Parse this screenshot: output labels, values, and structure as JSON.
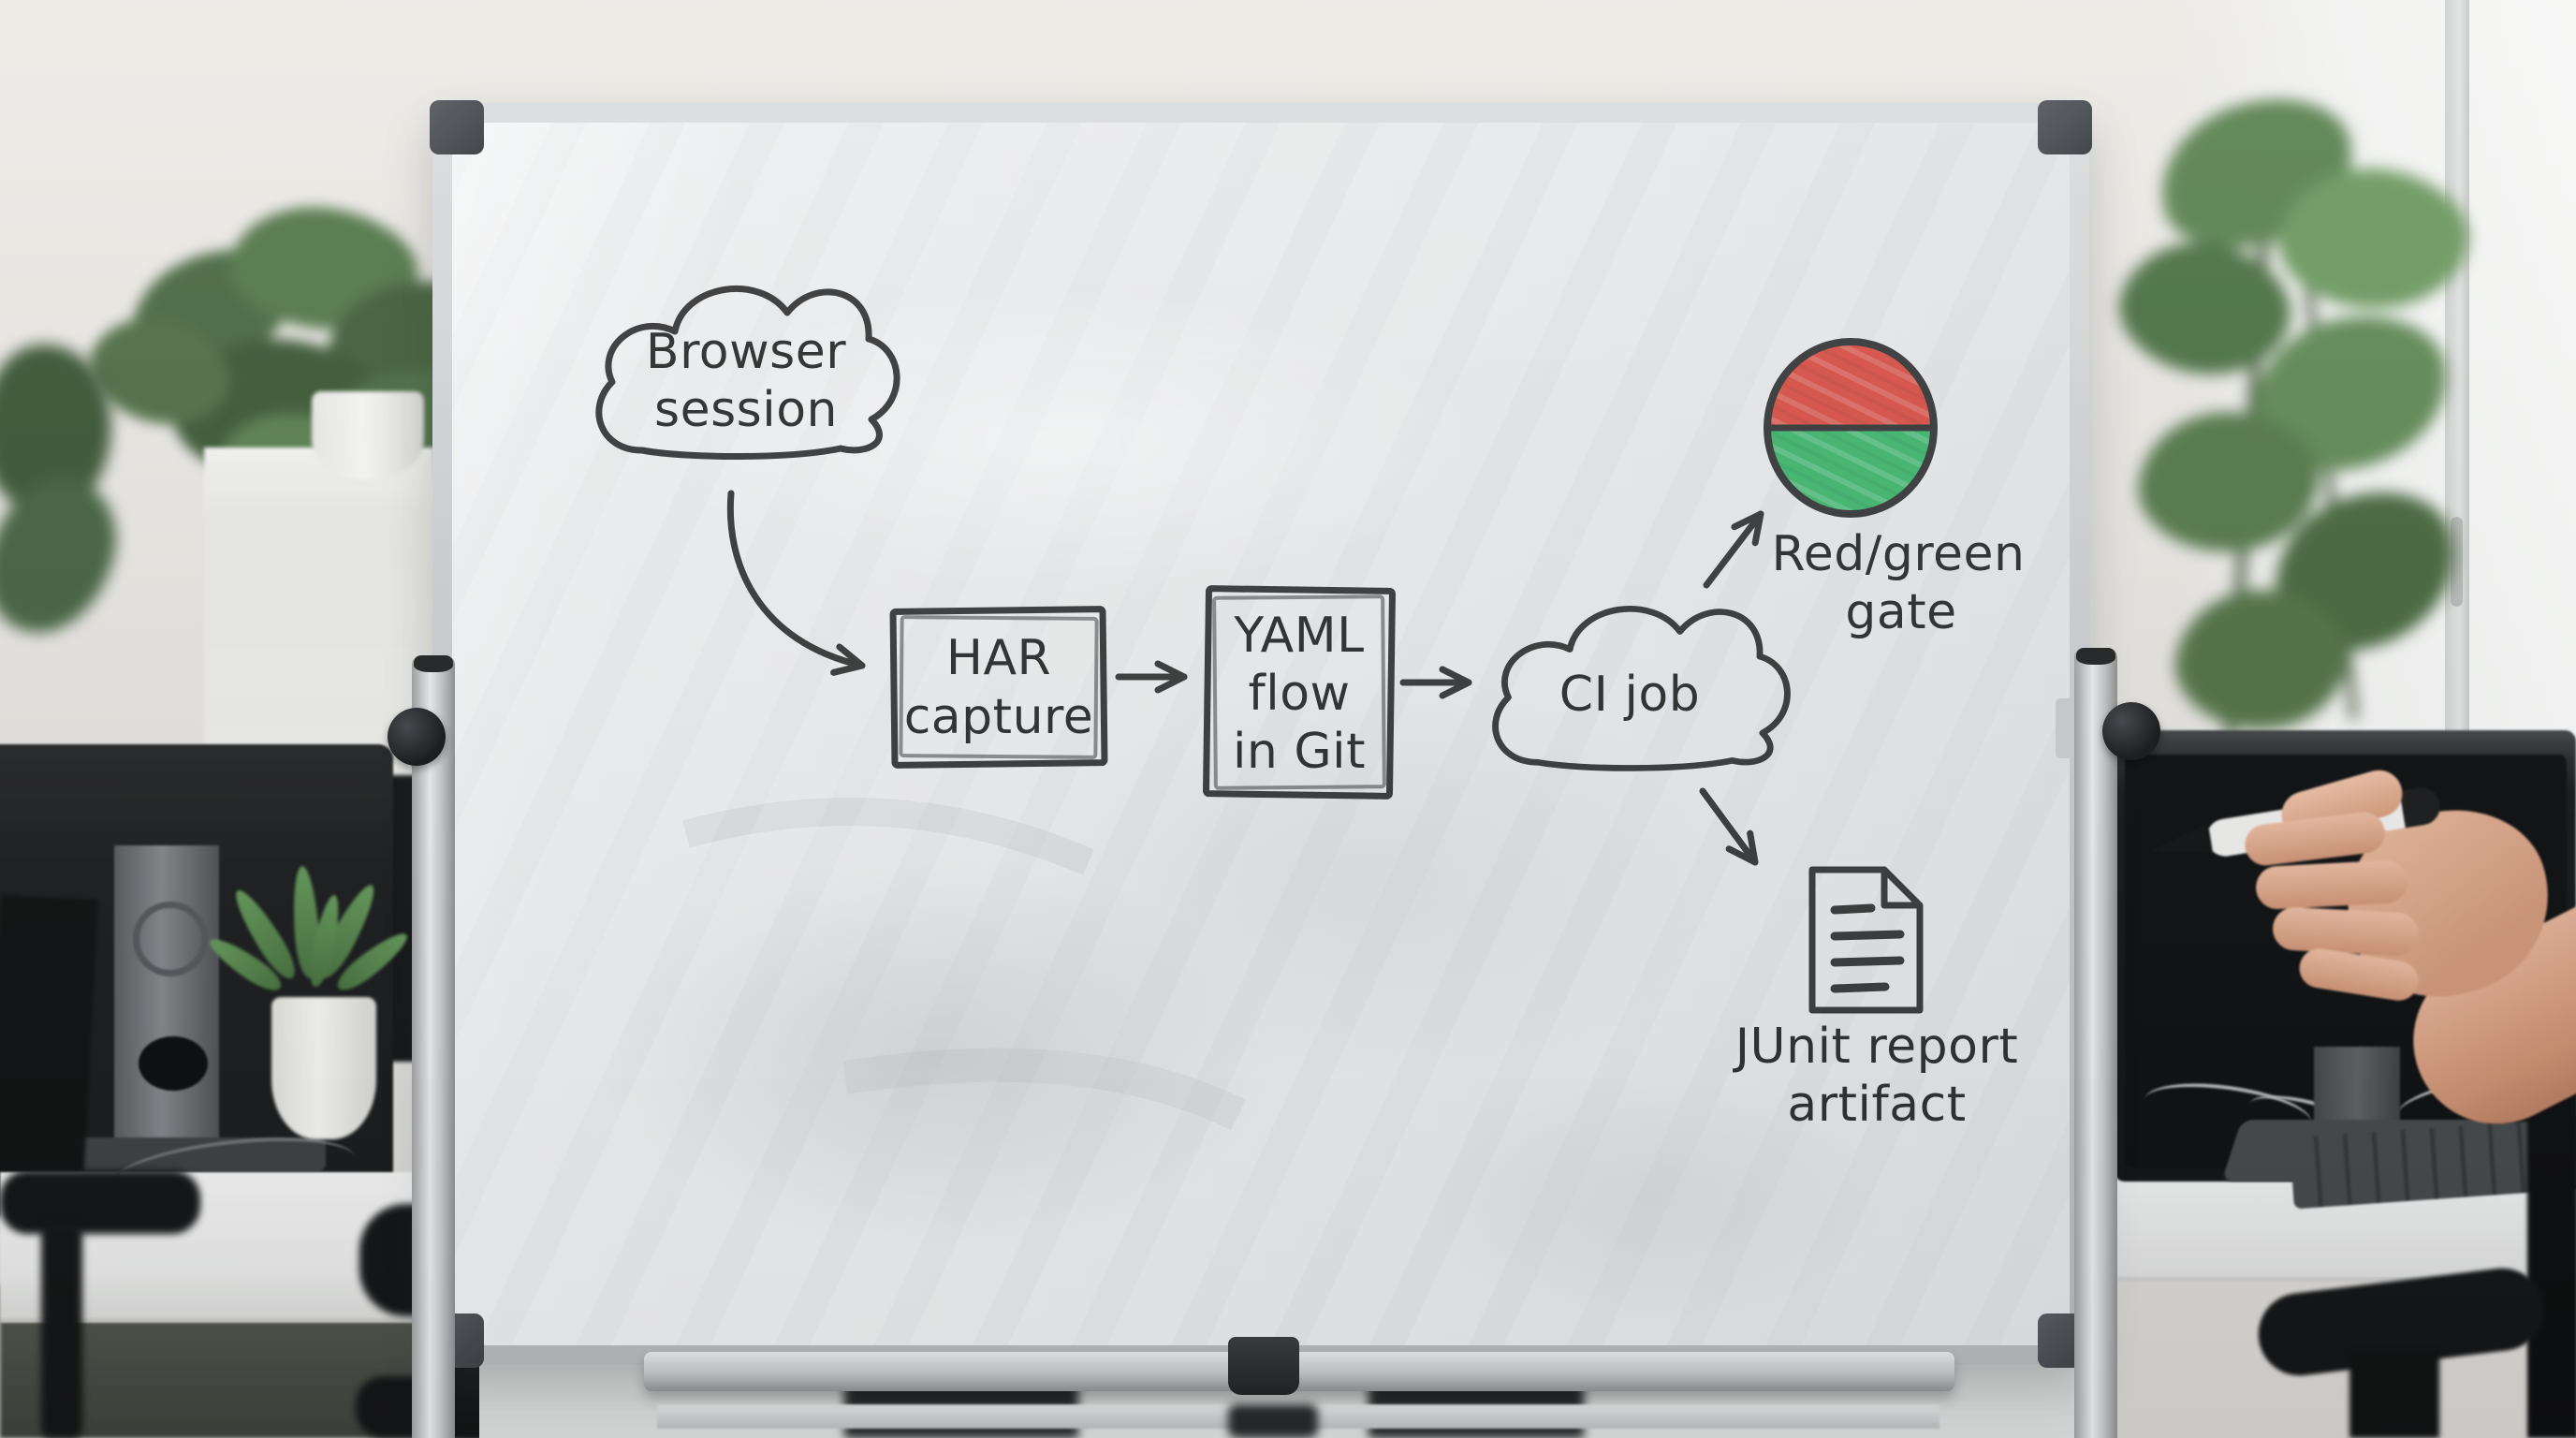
{
  "whiteboard": {
    "diagram": {
      "ink_color": "#2e2f30",
      "nodes": [
        {
          "id": "browser-session",
          "shape": "cloud",
          "label_lines": [
            "Browser",
            "session"
          ]
        },
        {
          "id": "har-capture",
          "shape": "rect",
          "label_lines": [
            "HAR",
            "capture"
          ]
        },
        {
          "id": "yaml-flow-in-git",
          "shape": "rect",
          "label_lines": [
            "YAML",
            "flow",
            "in Git"
          ]
        },
        {
          "id": "ci-job",
          "shape": "cloud",
          "label_lines": [
            "CI job"
          ]
        },
        {
          "id": "red-green-gate",
          "shape": "split-circle",
          "label_lines": [
            "Red/green",
            "gate"
          ],
          "top_color": "#d7493f",
          "bottom_color": "#38b368"
        },
        {
          "id": "junit-report-artifact",
          "shape": "document-icon",
          "label_lines": [
            "JUnit report",
            "artifact"
          ]
        }
      ],
      "edges": [
        {
          "from": "browser-session",
          "to": "har-capture",
          "style": "curved-arrow"
        },
        {
          "from": "har-capture",
          "to": "yaml-flow-in-git",
          "style": "arrow"
        },
        {
          "from": "yaml-flow-in-git",
          "to": "ci-job",
          "style": "arrow"
        },
        {
          "from": "ci-job",
          "to": "red-green-gate",
          "style": "arrow-up"
        },
        {
          "from": "ci-job",
          "to": "junit-report-artifact",
          "style": "arrow-down"
        }
      ]
    }
  },
  "scene_colors": {
    "wall": "#e8e6e2",
    "board_surface": "#eceeef",
    "board_frame": "#c9cccf",
    "stand_pole": "#c3c6c8",
    "plant_green": "#54784c",
    "monitor_dark": "#17191b",
    "desk_white": "#f2f3f2",
    "skin": "#d7a084",
    "marker_body": "#ededeb"
  }
}
